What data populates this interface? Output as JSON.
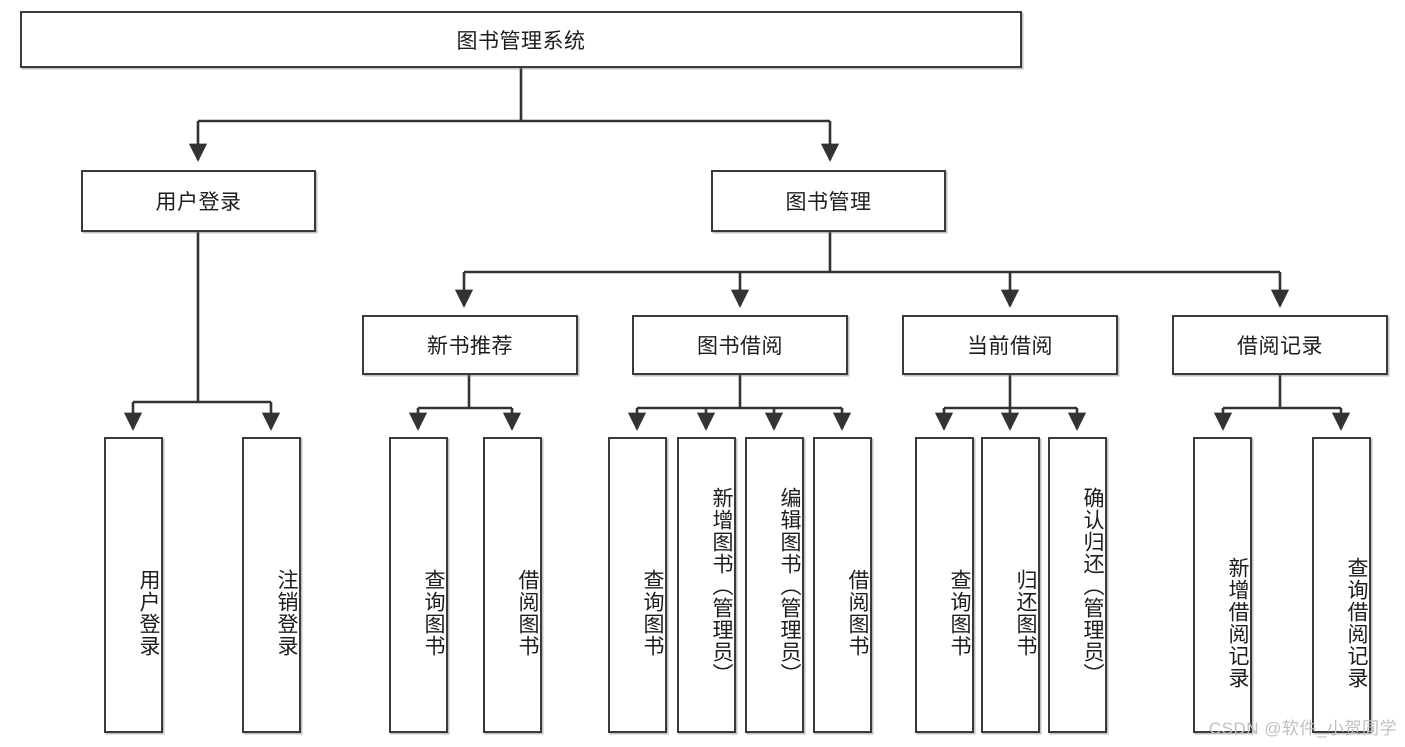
{
  "diagram": {
    "type": "tree-hierarchy-chart",
    "title": "图书管理系统",
    "watermark": "CSDN @软件_小贺同学",
    "colors": {
      "box_border": "#3a3a3a",
      "box_fill": "#ffffff",
      "connector": "#333333",
      "text": "#1d1d1d",
      "watermark": "#bfbfbf"
    },
    "root": {
      "label": "图书管理系统"
    },
    "level2": [
      {
        "label": "用户登录"
      },
      {
        "label": "图书管理"
      }
    ],
    "level3": [
      {
        "label": "新书推荐"
      },
      {
        "label": "图书借阅"
      },
      {
        "label": "当前借阅"
      },
      {
        "label": "借阅记录"
      }
    ],
    "leaves": {
      "user_login": [
        {
          "label": "用户登录"
        },
        {
          "label": "注销登录"
        }
      ],
      "new_book": [
        {
          "label": "查询图书"
        },
        {
          "label": "借阅图书"
        }
      ],
      "book_borrow": [
        {
          "label": "查询图书"
        },
        {
          "label": "新增图书（管理员）"
        },
        {
          "label": "编辑图书（管理员）"
        },
        {
          "label": "借阅图书"
        }
      ],
      "current_borrow": [
        {
          "label": "查询图书"
        },
        {
          "label": "归还图书"
        },
        {
          "label": "确认归还（管理员）"
        }
      ],
      "borrow_record": [
        {
          "label": "新增借阅记录"
        },
        {
          "label": "查询借阅记录"
        }
      ]
    }
  }
}
